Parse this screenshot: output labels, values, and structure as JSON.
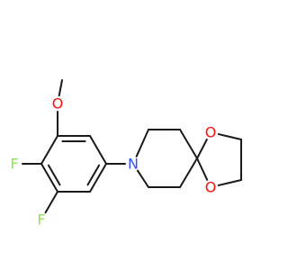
{
  "diagram": {
    "type": "chemical-structure",
    "colors": {
      "bond": "#1a1a1a",
      "oxygen": "#ff0d0d",
      "nitrogen": "#3050f8",
      "fluorine": "#90e050"
    },
    "atoms": [
      {
        "id": "me",
        "label": "",
        "element": "C"
      },
      {
        "id": "o_me",
        "label": "O",
        "element": "O"
      },
      {
        "id": "c1",
        "label": "",
        "element": "C"
      },
      {
        "id": "c2",
        "label": "",
        "element": "C"
      },
      {
        "id": "c3",
        "label": "",
        "element": "C"
      },
      {
        "id": "c4",
        "label": "",
        "element": "C"
      },
      {
        "id": "c5",
        "label": "",
        "element": "C"
      },
      {
        "id": "c6",
        "label": "",
        "element": "C"
      },
      {
        "id": "f1",
        "label": "F",
        "element": "F"
      },
      {
        "id": "f2",
        "label": "F",
        "element": "F"
      },
      {
        "id": "n",
        "label": "N",
        "element": "N"
      },
      {
        "id": "p1",
        "label": "",
        "element": "C"
      },
      {
        "id": "p2",
        "label": "",
        "element": "C"
      },
      {
        "id": "sp",
        "label": "",
        "element": "C"
      },
      {
        "id": "p3",
        "label": "",
        "element": "C"
      },
      {
        "id": "p4",
        "label": "",
        "element": "C"
      },
      {
        "id": "o1",
        "label": "O",
        "element": "O"
      },
      {
        "id": "o2",
        "label": "O",
        "element": "O"
      },
      {
        "id": "d1",
        "label": "",
        "element": "C"
      },
      {
        "id": "d2",
        "label": "",
        "element": "C"
      }
    ],
    "bonds": [
      {
        "a": "me",
        "b": "o_me",
        "order": 1
      },
      {
        "a": "o_me",
        "b": "c1",
        "order": 1
      },
      {
        "a": "c1",
        "b": "c2",
        "order": 2
      },
      {
        "a": "c2",
        "b": "c3",
        "order": 1
      },
      {
        "a": "c3",
        "b": "c4",
        "order": 2
      },
      {
        "a": "c4",
        "b": "c5",
        "order": 1
      },
      {
        "a": "c5",
        "b": "c6",
        "order": 2
      },
      {
        "a": "c6",
        "b": "c1",
        "order": 1
      },
      {
        "a": "c6",
        "b": "f1",
        "order": 1
      },
      {
        "a": "c5",
        "b": "f2",
        "order": 1
      },
      {
        "a": "c3",
        "b": "n",
        "order": 1
      },
      {
        "a": "n",
        "b": "p1",
        "order": 1
      },
      {
        "a": "p1",
        "b": "p2",
        "order": 1
      },
      {
        "a": "p2",
        "b": "sp",
        "order": 1
      },
      {
        "a": "sp",
        "b": "p3",
        "order": 1
      },
      {
        "a": "p3",
        "b": "p4",
        "order": 1
      },
      {
        "a": "p4",
        "b": "n",
        "order": 1
      },
      {
        "a": "sp",
        "b": "o1",
        "order": 1
      },
      {
        "a": "sp",
        "b": "o2",
        "order": 1
      },
      {
        "a": "o1",
        "b": "d1",
        "order": 1
      },
      {
        "a": "d1",
        "b": "d2",
        "order": 1
      },
      {
        "a": "d2",
        "b": "o2",
        "order": 1
      }
    ]
  }
}
